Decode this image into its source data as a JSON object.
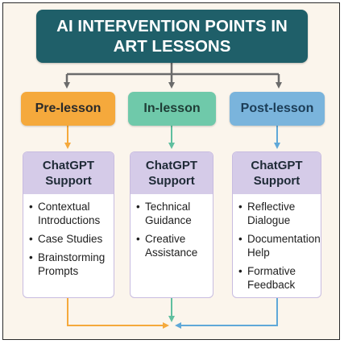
{
  "title": {
    "line1": "AI INTERVENTION POINTS IN",
    "line2": "ART LESSONS"
  },
  "phases": [
    {
      "label": "Pre-lesson",
      "color": "#f5a93c"
    },
    {
      "label": "In-lesson",
      "color": "#6fc9aa"
    },
    {
      "label": "Post-lesson",
      "color": "#7ab4dc"
    }
  ],
  "cards": [
    {
      "header": {
        "line1": "ChatGPT",
        "line2": "Support"
      },
      "items": [
        {
          "lines": [
            "Contextual",
            "Introductions"
          ]
        },
        {
          "lines": [
            "Case Studies"
          ]
        },
        {
          "lines": [
            "Brainstorming",
            "Prompts"
          ]
        }
      ]
    },
    {
      "header": {
        "line1": "ChatGPT",
        "line2": "Support"
      },
      "items": [
        {
          "lines": [
            "Technical",
            "Guidance"
          ]
        },
        {
          "lines": [
            "Creative",
            "Assistance"
          ]
        }
      ]
    },
    {
      "header": {
        "line1": "ChatGPT",
        "line2": "Support"
      },
      "items": [
        {
          "lines": [
            "Reflective",
            "Dialogue"
          ]
        },
        {
          "lines": [
            "Documentation-",
            "Help"
          ]
        },
        {
          "lines": [
            "Formative",
            "Feedback"
          ]
        }
      ]
    }
  ],
  "colors": {
    "title_bg": "#1f5f69",
    "connector_gray": "#6b6b6b",
    "connector_orange": "#f5a93c",
    "connector_teal": "#5fbf9f",
    "connector_blue": "#5fa8d8",
    "card_header": "#d5cbe8"
  }
}
